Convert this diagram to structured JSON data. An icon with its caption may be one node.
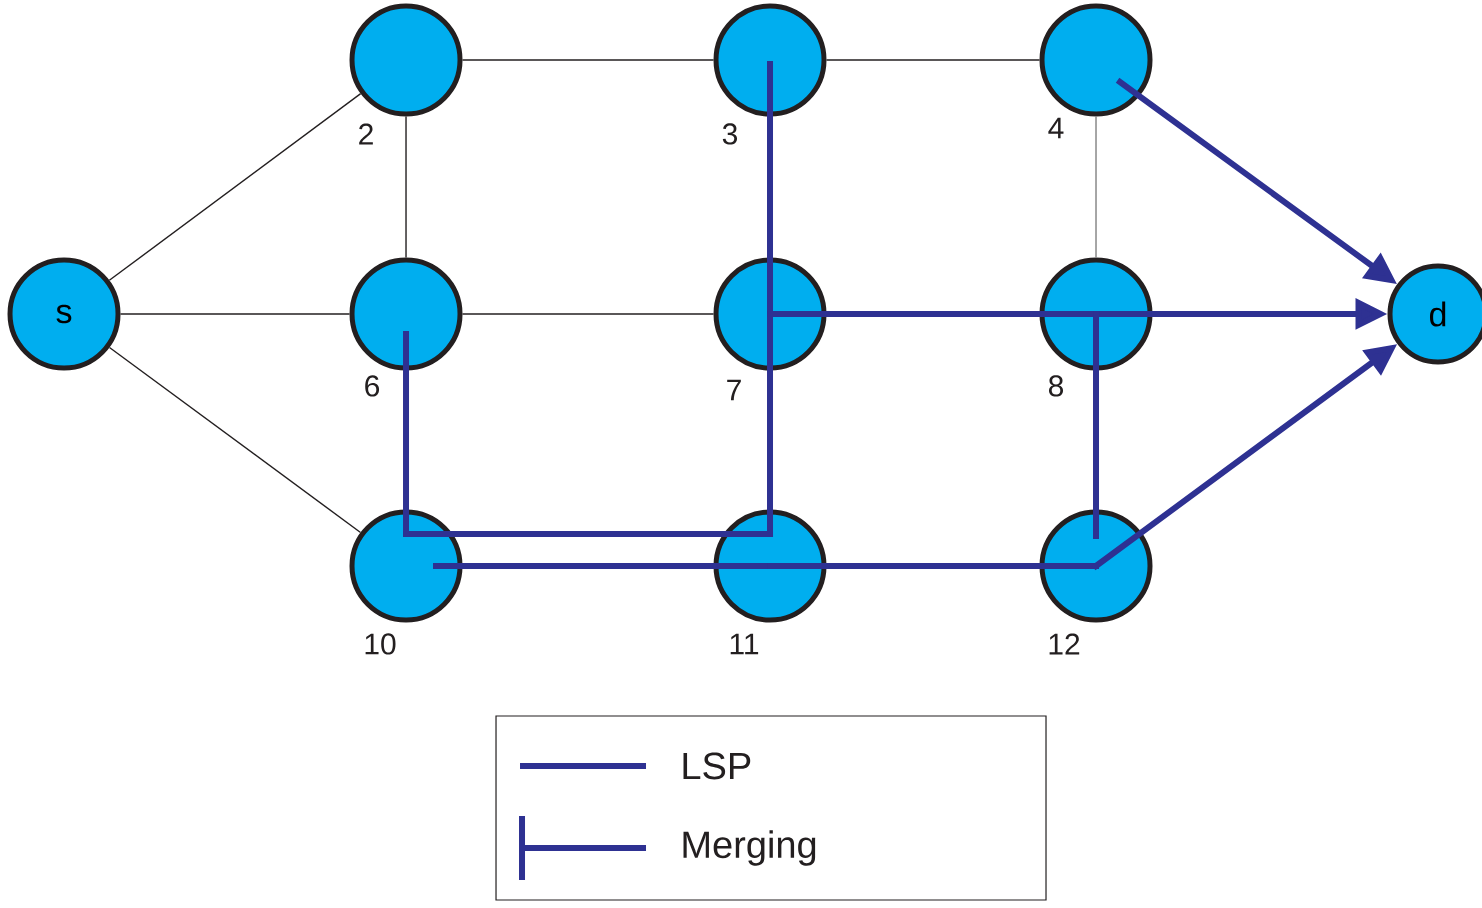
{
  "diagram": {
    "nodes": [
      {
        "text": [],
        "shape": "circle",
        "beside": [
          "2"
        ]
      },
      {
        "text": [],
        "shape": "circle",
        "beside": [
          "3"
        ]
      },
      {
        "text": [],
        "shape": "circle",
        "beside": [
          "4"
        ]
      },
      {
        "text": [
          "s"
        ]
      },
      {
        "text": [],
        "shape": "circle",
        "beside": [
          "6"
        ]
      },
      {
        "text": [],
        "shape": "circle",
        "beside": [
          "7"
        ]
      },
      {
        "text": [],
        "shape": "circle",
        "beside": [
          "8"
        ]
      },
      {
        "text": [
          "d"
        ]
      },
      {
        "text": [],
        "shape": "circle",
        "beside": [
          "10"
        ]
      },
      {
        "text": [],
        "shape": "circle",
        "beside": [
          "11"
        ]
      },
      {
        "text": [],
        "shape": "circle",
        "beside": [
          "12"
        ]
      }
    ],
    "edges": [
      {
        "from": 3,
        "to": 0,
        "arrow": "none",
        "color": "#231f20"
      },
      {
        "from": 3,
        "to": 4,
        "arrow": "none",
        "color": "#231f20"
      },
      {
        "from": 3,
        "to": 8,
        "arrow": "none",
        "color": "#231f20"
      },
      {
        "from": 0,
        "to": 1,
        "arrow": "none",
        "color": "#231f20"
      },
      {
        "from": 1,
        "to": 2,
        "arrow": "none",
        "color": "#231f20"
      },
      {
        "from": 0,
        "to": 4,
        "arrow": "none",
        "color": "#231f20"
      },
      {
        "from": 4,
        "to": 5,
        "arrow": "none",
        "color": "#231f20"
      },
      {
        "from": 2,
        "to": 6,
        "arrow": "none",
        "color": "#808080"
      },
      {
        "from": 1,
        "to": 5,
        "arrow": "none"
      },
      {
        "from": 5,
        "to": 9,
        "arrow": "none"
      },
      {
        "from": 9,
        "to": 8,
        "arrow": "none"
      },
      {
        "from": 8,
        "to": 4,
        "arrow": "none"
      },
      {
        "from": 5,
        "to": 6,
        "arrow": "none"
      },
      {
        "from": 6,
        "to": 7,
        "arrow": "to"
      },
      {
        "from": 8,
        "to": 9,
        "arrow": "none"
      },
      {
        "from": 9,
        "to": 10,
        "arrow": "none"
      },
      {
        "from": 10,
        "to": 7,
        "arrow": "to"
      },
      {
        "from": 6,
        "to": 10,
        "arrow": "none"
      },
      {
        "from": 2,
        "to": 7,
        "arrow": "to"
      }
    ],
    "legend": [
      {
        "text": "LSP"
      },
      {
        "text": "Merging"
      }
    ]
  }
}
